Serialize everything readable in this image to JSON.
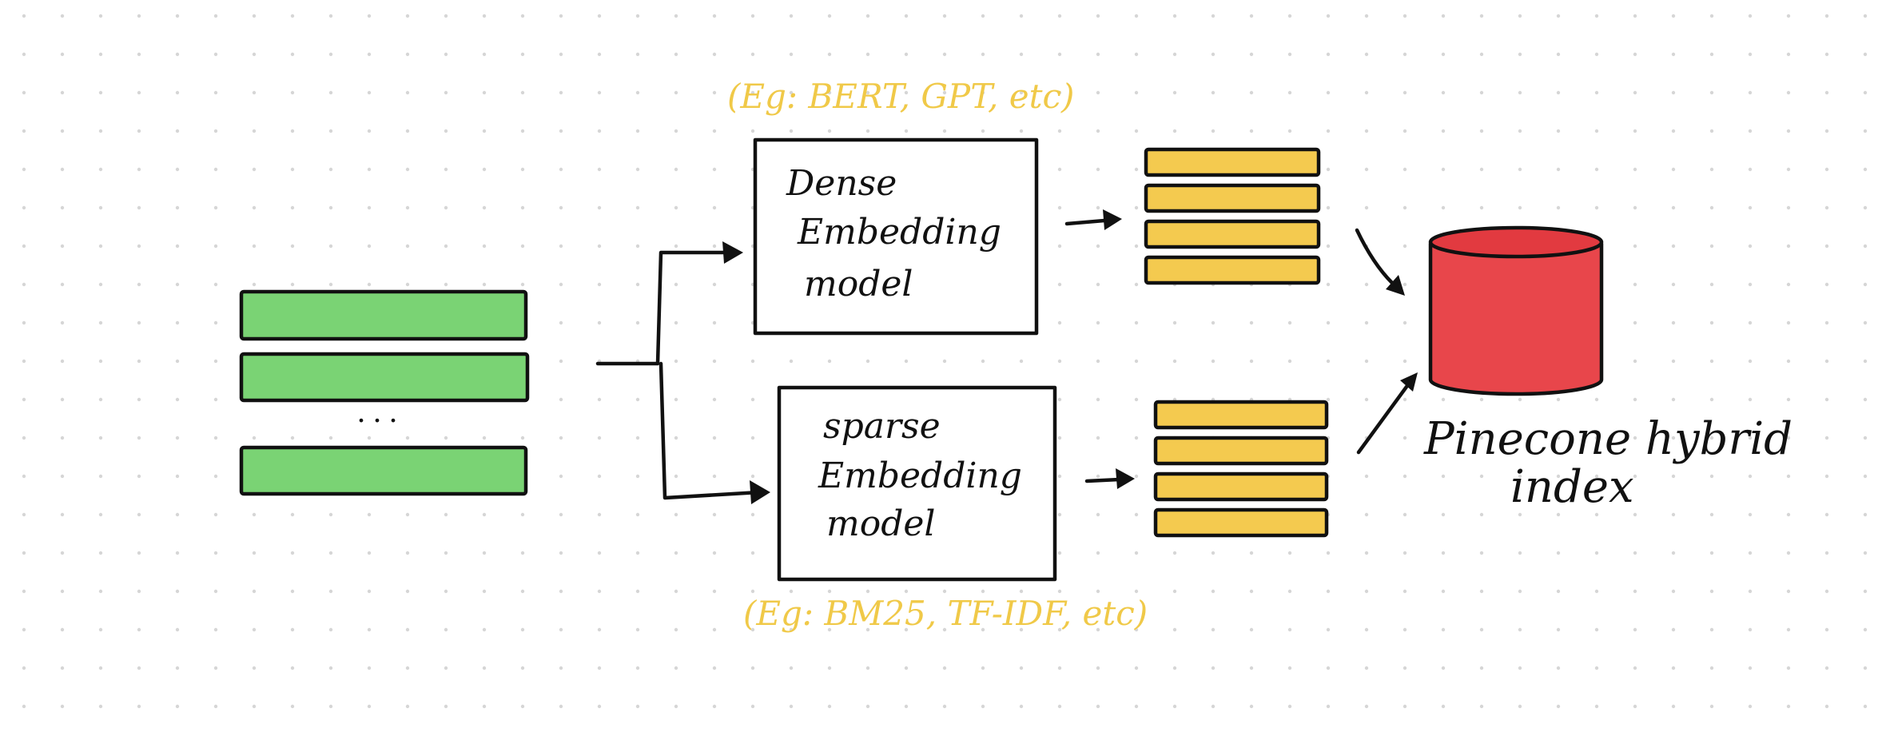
{
  "colors": {
    "background": "#ffffff",
    "grid_dot": "#d6d6d6",
    "ink": "#111111",
    "document_green": "#7ad374",
    "vector_yellow": "#f4ca4f",
    "note_yellow": "#f0c948",
    "index_red": "#e8464b",
    "index_red_top": "#e23a40"
  },
  "input": {
    "ellipsis": ". . ."
  },
  "dense": {
    "label_lines": [
      "Dense",
      "Embedding",
      "model"
    ],
    "note": "(Eg: BERT, GPT, etc)"
  },
  "sparse": {
    "label_lines": [
      "sparse",
      "Embedding",
      "model"
    ],
    "note": "(Eg: BM25, TF-IDF, etc)"
  },
  "index": {
    "label_line1": "Pinecone hybrid",
    "label_line2": "index"
  }
}
